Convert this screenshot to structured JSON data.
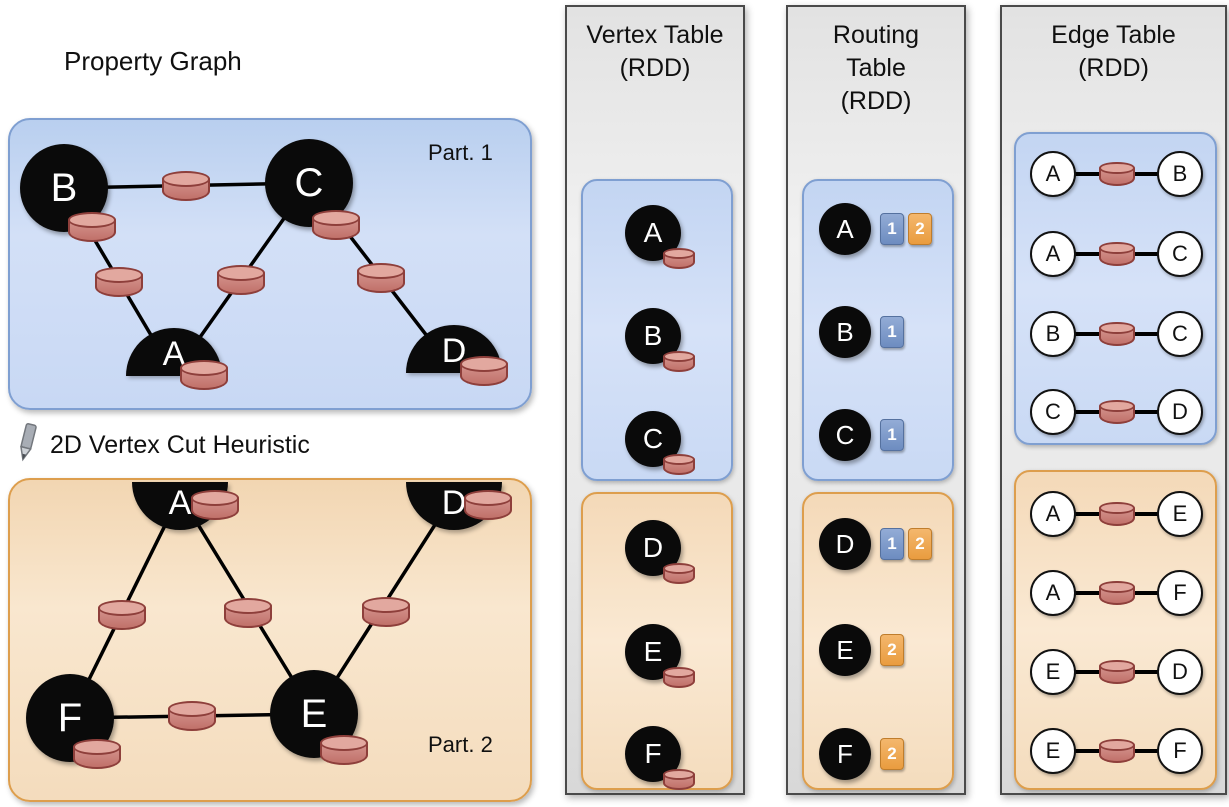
{
  "colors": {
    "partition_blue_fill": "#cddcf5",
    "partition_blue_border": "#7f9fd1",
    "partition_orange_fill": "#f7e0c2",
    "partition_orange_border": "#dd9e4d",
    "column_fill": "#e9e9e9",
    "column_border": "#4a4a4a",
    "vertex_fill": "#0a0a0a",
    "vertex_text": "#ffffff",
    "cylinder_fill": "#cc8079",
    "cylinder_border": "#8e3f3b",
    "badge_blue": "#6d8cc0",
    "badge_orange": "#e99c3f",
    "edge_line": "#000000"
  },
  "graph": {
    "title": "Property Graph",
    "cut_label": "2D Vertex Cut Heuristic",
    "part1": {
      "label": "Part. 1",
      "v": {
        "A": "A",
        "B": "B",
        "C": "C",
        "D": "D"
      }
    },
    "part2": {
      "label": "Part. 2",
      "v": {
        "A": "A",
        "D": "D",
        "E": "E",
        "F": "F"
      }
    }
  },
  "vertex_table": {
    "title": "Vertex Table",
    "subtitle": "(RDD)",
    "part1": [
      "A",
      "B",
      "C"
    ],
    "part2": [
      "D",
      "E",
      "F"
    ]
  },
  "routing_table": {
    "title": "Routing Table",
    "subtitle": "(RDD)",
    "part1": [
      {
        "vertex": "A",
        "badges": [
          "1",
          "2"
        ]
      },
      {
        "vertex": "B",
        "badges": [
          "1"
        ]
      },
      {
        "vertex": "C",
        "badges": [
          "1"
        ]
      }
    ],
    "part2": [
      {
        "vertex": "D",
        "badges": [
          "1",
          "2"
        ]
      },
      {
        "vertex": "E",
        "badges": [
          "2"
        ]
      },
      {
        "vertex": "F",
        "badges": [
          "2"
        ]
      }
    ]
  },
  "edge_table": {
    "title": "Edge Table",
    "subtitle": "(RDD)",
    "part1": [
      {
        "src": "A",
        "dst": "B"
      },
      {
        "src": "A",
        "dst": "C"
      },
      {
        "src": "B",
        "dst": "C"
      },
      {
        "src": "C",
        "dst": "D"
      }
    ],
    "part2": [
      {
        "src": "A",
        "dst": "E"
      },
      {
        "src": "A",
        "dst": "F"
      },
      {
        "src": "E",
        "dst": "D"
      },
      {
        "src": "E",
        "dst": "F"
      }
    ]
  }
}
